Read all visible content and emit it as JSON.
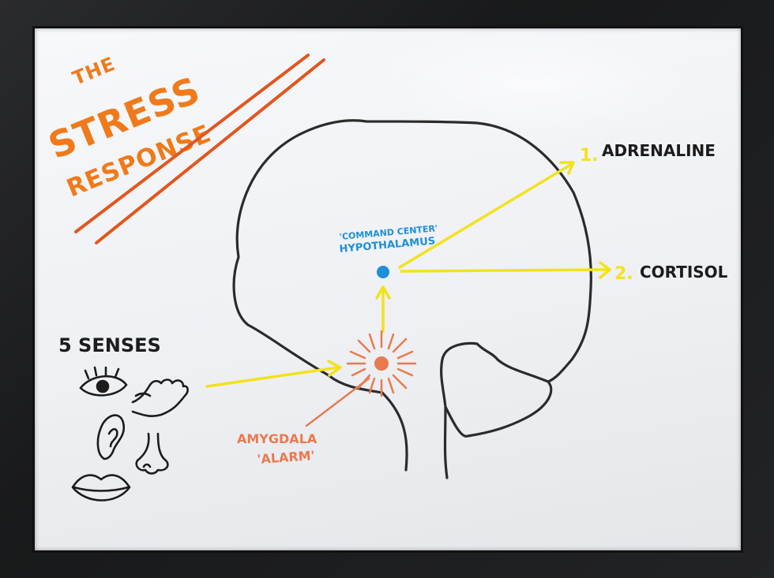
{
  "title": {
    "line1": "THE",
    "line2": "STRESS",
    "line3": "RESPONSE"
  },
  "senses_label": "5 SENSES",
  "hypothalamus": {
    "tag": "'COMMAND CENTER'",
    "name": "HYPOTHALAMUS"
  },
  "amygdala": {
    "name": "AMYGDALA",
    "tag": "'ALARM'"
  },
  "outputs": [
    {
      "number": "1.",
      "label": "ADRENALINE"
    },
    {
      "number": "2.",
      "label": "CORTISOL"
    }
  ],
  "sense_icons": [
    "eye-icon",
    "hand-icon",
    "ear-icon",
    "nose-icon",
    "lips-icon"
  ],
  "colors": {
    "title_orange": "#f07a1a",
    "title_red_orange": "#e2561c",
    "outline_black": "#2b2b2b",
    "arrow_yellow": "#f2e21c",
    "hypothalamus_blue": "#1e8fd6",
    "amygdala_orange": "#e97a4e",
    "label_black": "#1c1c1c"
  }
}
